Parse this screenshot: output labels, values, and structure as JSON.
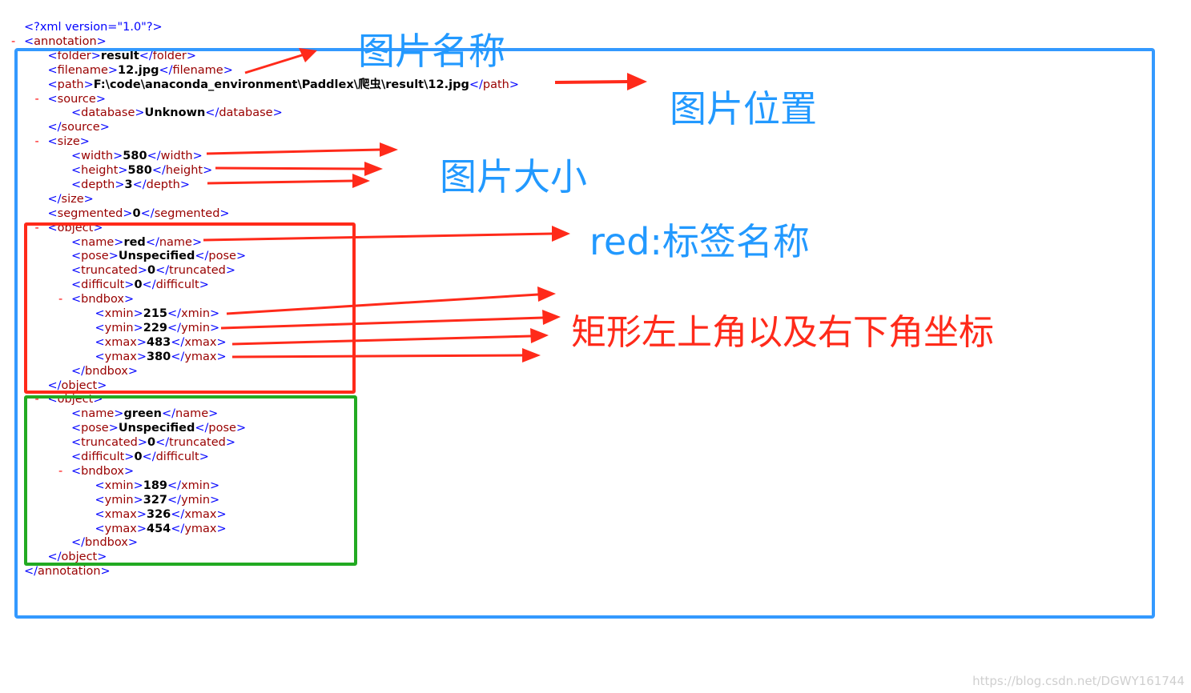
{
  "xml_lines": [
    {
      "indent": 0,
      "minus": false,
      "parts": [
        {
          "k": "t",
          "s": "<?xml version=\"1.0\"?>"
        }
      ]
    },
    {
      "indent": 0,
      "minus": true,
      "parts": [
        {
          "k": "t",
          "s": "<"
        },
        {
          "k": "n",
          "s": "annotation"
        },
        {
          "k": "t",
          "s": ">"
        }
      ]
    },
    {
      "indent": 1,
      "minus": false,
      "parts": [
        {
          "k": "t",
          "s": "<"
        },
        {
          "k": "n",
          "s": "folder"
        },
        {
          "k": "t",
          "s": ">"
        },
        {
          "k": "v",
          "s": "result"
        },
        {
          "k": "t",
          "s": "</"
        },
        {
          "k": "n",
          "s": "folder"
        },
        {
          "k": "t",
          "s": ">"
        }
      ]
    },
    {
      "indent": 1,
      "minus": false,
      "parts": [
        {
          "k": "t",
          "s": "<"
        },
        {
          "k": "n",
          "s": "filename"
        },
        {
          "k": "t",
          "s": ">"
        },
        {
          "k": "v",
          "s": "12.jpg"
        },
        {
          "k": "t",
          "s": "</"
        },
        {
          "k": "n",
          "s": "filename"
        },
        {
          "k": "t",
          "s": ">"
        }
      ]
    },
    {
      "indent": 1,
      "minus": false,
      "parts": [
        {
          "k": "t",
          "s": "<"
        },
        {
          "k": "n",
          "s": "path"
        },
        {
          "k": "t",
          "s": ">"
        },
        {
          "k": "v",
          "s": "F:\\code\\anaconda_environment\\Paddlex\\爬虫\\result\\12.jpg"
        },
        {
          "k": "t",
          "s": "</"
        },
        {
          "k": "n",
          "s": "path"
        },
        {
          "k": "t",
          "s": ">"
        }
      ]
    },
    {
      "indent": 1,
      "minus": true,
      "parts": [
        {
          "k": "t",
          "s": "<"
        },
        {
          "k": "n",
          "s": "source"
        },
        {
          "k": "t",
          "s": ">"
        }
      ]
    },
    {
      "indent": 2,
      "minus": false,
      "parts": [
        {
          "k": "t",
          "s": "<"
        },
        {
          "k": "n",
          "s": "database"
        },
        {
          "k": "t",
          "s": ">"
        },
        {
          "k": "v",
          "s": "Unknown"
        },
        {
          "k": "t",
          "s": "</"
        },
        {
          "k": "n",
          "s": "database"
        },
        {
          "k": "t",
          "s": ">"
        }
      ]
    },
    {
      "indent": 1,
      "minus": false,
      "parts": [
        {
          "k": "t",
          "s": "</"
        },
        {
          "k": "n",
          "s": "source"
        },
        {
          "k": "t",
          "s": ">"
        }
      ]
    },
    {
      "indent": 1,
      "minus": true,
      "parts": [
        {
          "k": "t",
          "s": "<"
        },
        {
          "k": "n",
          "s": "size"
        },
        {
          "k": "t",
          "s": ">"
        }
      ]
    },
    {
      "indent": 2,
      "minus": false,
      "parts": [
        {
          "k": "t",
          "s": "<"
        },
        {
          "k": "n",
          "s": "width"
        },
        {
          "k": "t",
          "s": ">"
        },
        {
          "k": "v",
          "s": "580"
        },
        {
          "k": "t",
          "s": "</"
        },
        {
          "k": "n",
          "s": "width"
        },
        {
          "k": "t",
          "s": ">"
        }
      ]
    },
    {
      "indent": 2,
      "minus": false,
      "parts": [
        {
          "k": "t",
          "s": "<"
        },
        {
          "k": "n",
          "s": "height"
        },
        {
          "k": "t",
          "s": ">"
        },
        {
          "k": "v",
          "s": "580"
        },
        {
          "k": "t",
          "s": "</"
        },
        {
          "k": "n",
          "s": "height"
        },
        {
          "k": "t",
          "s": ">"
        }
      ]
    },
    {
      "indent": 2,
      "minus": false,
      "parts": [
        {
          "k": "t",
          "s": "<"
        },
        {
          "k": "n",
          "s": "depth"
        },
        {
          "k": "t",
          "s": ">"
        },
        {
          "k": "v",
          "s": "3"
        },
        {
          "k": "t",
          "s": "</"
        },
        {
          "k": "n",
          "s": "depth"
        },
        {
          "k": "t",
          "s": ">"
        }
      ]
    },
    {
      "indent": 1,
      "minus": false,
      "parts": [
        {
          "k": "t",
          "s": "</"
        },
        {
          "k": "n",
          "s": "size"
        },
        {
          "k": "t",
          "s": ">"
        }
      ]
    },
    {
      "indent": 1,
      "minus": false,
      "parts": [
        {
          "k": "t",
          "s": "<"
        },
        {
          "k": "n",
          "s": "segmented"
        },
        {
          "k": "t",
          "s": ">"
        },
        {
          "k": "v",
          "s": "0"
        },
        {
          "k": "t",
          "s": "</"
        },
        {
          "k": "n",
          "s": "segmented"
        },
        {
          "k": "t",
          "s": ">"
        }
      ]
    },
    {
      "indent": 1,
      "minus": true,
      "parts": [
        {
          "k": "t",
          "s": "<"
        },
        {
          "k": "n",
          "s": "object"
        },
        {
          "k": "t",
          "s": ">"
        }
      ]
    },
    {
      "indent": 2,
      "minus": false,
      "parts": [
        {
          "k": "t",
          "s": "<"
        },
        {
          "k": "n",
          "s": "name"
        },
        {
          "k": "t",
          "s": ">"
        },
        {
          "k": "v",
          "s": "red"
        },
        {
          "k": "t",
          "s": "</"
        },
        {
          "k": "n",
          "s": "name"
        },
        {
          "k": "t",
          "s": ">"
        }
      ]
    },
    {
      "indent": 2,
      "minus": false,
      "parts": [
        {
          "k": "t",
          "s": "<"
        },
        {
          "k": "n",
          "s": "pose"
        },
        {
          "k": "t",
          "s": ">"
        },
        {
          "k": "v",
          "s": "Unspecified"
        },
        {
          "k": "t",
          "s": "</"
        },
        {
          "k": "n",
          "s": "pose"
        },
        {
          "k": "t",
          "s": ">"
        }
      ]
    },
    {
      "indent": 2,
      "minus": false,
      "parts": [
        {
          "k": "t",
          "s": "<"
        },
        {
          "k": "n",
          "s": "truncated"
        },
        {
          "k": "t",
          "s": ">"
        },
        {
          "k": "v",
          "s": "0"
        },
        {
          "k": "t",
          "s": "</"
        },
        {
          "k": "n",
          "s": "truncated"
        },
        {
          "k": "t",
          "s": ">"
        }
      ]
    },
    {
      "indent": 2,
      "minus": false,
      "parts": [
        {
          "k": "t",
          "s": "<"
        },
        {
          "k": "n",
          "s": "difficult"
        },
        {
          "k": "t",
          "s": ">"
        },
        {
          "k": "v",
          "s": "0"
        },
        {
          "k": "t",
          "s": "</"
        },
        {
          "k": "n",
          "s": "difficult"
        },
        {
          "k": "t",
          "s": ">"
        }
      ]
    },
    {
      "indent": 2,
      "minus": true,
      "parts": [
        {
          "k": "t",
          "s": "<"
        },
        {
          "k": "n",
          "s": "bndbox"
        },
        {
          "k": "t",
          "s": ">"
        }
      ]
    },
    {
      "indent": 3,
      "minus": false,
      "parts": [
        {
          "k": "t",
          "s": "<"
        },
        {
          "k": "n",
          "s": "xmin"
        },
        {
          "k": "t",
          "s": ">"
        },
        {
          "k": "v",
          "s": "215"
        },
        {
          "k": "t",
          "s": "</"
        },
        {
          "k": "n",
          "s": "xmin"
        },
        {
          "k": "t",
          "s": ">"
        }
      ]
    },
    {
      "indent": 3,
      "minus": false,
      "parts": [
        {
          "k": "t",
          "s": "<"
        },
        {
          "k": "n",
          "s": "ymin"
        },
        {
          "k": "t",
          "s": ">"
        },
        {
          "k": "v",
          "s": "229"
        },
        {
          "k": "t",
          "s": "</"
        },
        {
          "k": "n",
          "s": "ymin"
        },
        {
          "k": "t",
          "s": ">"
        }
      ]
    },
    {
      "indent": 3,
      "minus": false,
      "parts": [
        {
          "k": "t",
          "s": "<"
        },
        {
          "k": "n",
          "s": "xmax"
        },
        {
          "k": "t",
          "s": ">"
        },
        {
          "k": "v",
          "s": "483"
        },
        {
          "k": "t",
          "s": "</"
        },
        {
          "k": "n",
          "s": "xmax"
        },
        {
          "k": "t",
          "s": ">"
        }
      ]
    },
    {
      "indent": 3,
      "minus": false,
      "parts": [
        {
          "k": "t",
          "s": "<"
        },
        {
          "k": "n",
          "s": "ymax"
        },
        {
          "k": "t",
          "s": ">"
        },
        {
          "k": "v",
          "s": "380"
        },
        {
          "k": "t",
          "s": "</"
        },
        {
          "k": "n",
          "s": "ymax"
        },
        {
          "k": "t",
          "s": ">"
        }
      ]
    },
    {
      "indent": 2,
      "minus": false,
      "parts": [
        {
          "k": "t",
          "s": "</"
        },
        {
          "k": "n",
          "s": "bndbox"
        },
        {
          "k": "t",
          "s": ">"
        }
      ]
    },
    {
      "indent": 1,
      "minus": false,
      "parts": [
        {
          "k": "t",
          "s": "</"
        },
        {
          "k": "n",
          "s": "object"
        },
        {
          "k": "t",
          "s": ">"
        }
      ]
    },
    {
      "indent": 1,
      "minus": true,
      "parts": [
        {
          "k": "t",
          "s": "<"
        },
        {
          "k": "n",
          "s": "object"
        },
        {
          "k": "t",
          "s": ">"
        }
      ]
    },
    {
      "indent": 2,
      "minus": false,
      "parts": [
        {
          "k": "t",
          "s": "<"
        },
        {
          "k": "n",
          "s": "name"
        },
        {
          "k": "t",
          "s": ">"
        },
        {
          "k": "v",
          "s": "green"
        },
        {
          "k": "t",
          "s": "</"
        },
        {
          "k": "n",
          "s": "name"
        },
        {
          "k": "t",
          "s": ">"
        }
      ]
    },
    {
      "indent": 2,
      "minus": false,
      "parts": [
        {
          "k": "t",
          "s": "<"
        },
        {
          "k": "n",
          "s": "pose"
        },
        {
          "k": "t",
          "s": ">"
        },
        {
          "k": "v",
          "s": "Unspecified"
        },
        {
          "k": "t",
          "s": "</"
        },
        {
          "k": "n",
          "s": "pose"
        },
        {
          "k": "t",
          "s": ">"
        }
      ]
    },
    {
      "indent": 2,
      "minus": false,
      "parts": [
        {
          "k": "t",
          "s": "<"
        },
        {
          "k": "n",
          "s": "truncated"
        },
        {
          "k": "t",
          "s": ">"
        },
        {
          "k": "v",
          "s": "0"
        },
        {
          "k": "t",
          "s": "</"
        },
        {
          "k": "n",
          "s": "truncated"
        },
        {
          "k": "t",
          "s": ">"
        }
      ]
    },
    {
      "indent": 2,
      "minus": false,
      "parts": [
        {
          "k": "t",
          "s": "<"
        },
        {
          "k": "n",
          "s": "difficult"
        },
        {
          "k": "t",
          "s": ">"
        },
        {
          "k": "v",
          "s": "0"
        },
        {
          "k": "t",
          "s": "</"
        },
        {
          "k": "n",
          "s": "difficult"
        },
        {
          "k": "t",
          "s": ">"
        }
      ]
    },
    {
      "indent": 2,
      "minus": true,
      "parts": [
        {
          "k": "t",
          "s": "<"
        },
        {
          "k": "n",
          "s": "bndbox"
        },
        {
          "k": "t",
          "s": ">"
        }
      ]
    },
    {
      "indent": 3,
      "minus": false,
      "parts": [
        {
          "k": "t",
          "s": "<"
        },
        {
          "k": "n",
          "s": "xmin"
        },
        {
          "k": "t",
          "s": ">"
        },
        {
          "k": "v",
          "s": "189"
        },
        {
          "k": "t",
          "s": "</"
        },
        {
          "k": "n",
          "s": "xmin"
        },
        {
          "k": "t",
          "s": ">"
        }
      ]
    },
    {
      "indent": 3,
      "minus": false,
      "parts": [
        {
          "k": "t",
          "s": "<"
        },
        {
          "k": "n",
          "s": "ymin"
        },
        {
          "k": "t",
          "s": ">"
        },
        {
          "k": "v",
          "s": "327"
        },
        {
          "k": "t",
          "s": "</"
        },
        {
          "k": "n",
          "s": "ymin"
        },
        {
          "k": "t",
          "s": ">"
        }
      ]
    },
    {
      "indent": 3,
      "minus": false,
      "parts": [
        {
          "k": "t",
          "s": "<"
        },
        {
          "k": "n",
          "s": "xmax"
        },
        {
          "k": "t",
          "s": ">"
        },
        {
          "k": "v",
          "s": "326"
        },
        {
          "k": "t",
          "s": "</"
        },
        {
          "k": "n",
          "s": "xmax"
        },
        {
          "k": "t",
          "s": ">"
        }
      ]
    },
    {
      "indent": 3,
      "minus": false,
      "parts": [
        {
          "k": "t",
          "s": "<"
        },
        {
          "k": "n",
          "s": "ymax"
        },
        {
          "k": "t",
          "s": ">"
        },
        {
          "k": "v",
          "s": "454"
        },
        {
          "k": "t",
          "s": "</"
        },
        {
          "k": "n",
          "s": "ymax"
        },
        {
          "k": "t",
          "s": ">"
        }
      ]
    },
    {
      "indent": 2,
      "minus": false,
      "parts": [
        {
          "k": "t",
          "s": "</"
        },
        {
          "k": "n",
          "s": "bndbox"
        },
        {
          "k": "t",
          "s": ">"
        }
      ]
    },
    {
      "indent": 1,
      "minus": false,
      "parts": [
        {
          "k": "t",
          "s": "</"
        },
        {
          "k": "n",
          "s": "object"
        },
        {
          "k": "t",
          "s": ">"
        }
      ]
    },
    {
      "indent": 0,
      "minus": false,
      "parts": [
        {
          "k": "t",
          "s": "</"
        },
        {
          "k": "n",
          "s": "annotation"
        },
        {
          "k": "t",
          "s": ">"
        }
      ]
    }
  ],
  "annotations": {
    "image_name": "图片名称",
    "image_location": "图片位置",
    "image_size": "图片大小",
    "label_name": "red:标签名称",
    "bbox_coords": "矩形左上角以及右下角坐标"
  },
  "watermark": "https://blog.csdn.net/DGWY161744",
  "colors": {
    "tag": "#0000ff",
    "tag_name": "#990000",
    "value": "#000000",
    "collapse_minus": "#ff0000",
    "outer_box": "#3399ff",
    "red_box": "#ff2a1a",
    "green_box": "#22aa22",
    "blue_annotation": "#2299ff",
    "red_annotation": "#ff2a1a",
    "arrow": "#ff2a1a"
  }
}
